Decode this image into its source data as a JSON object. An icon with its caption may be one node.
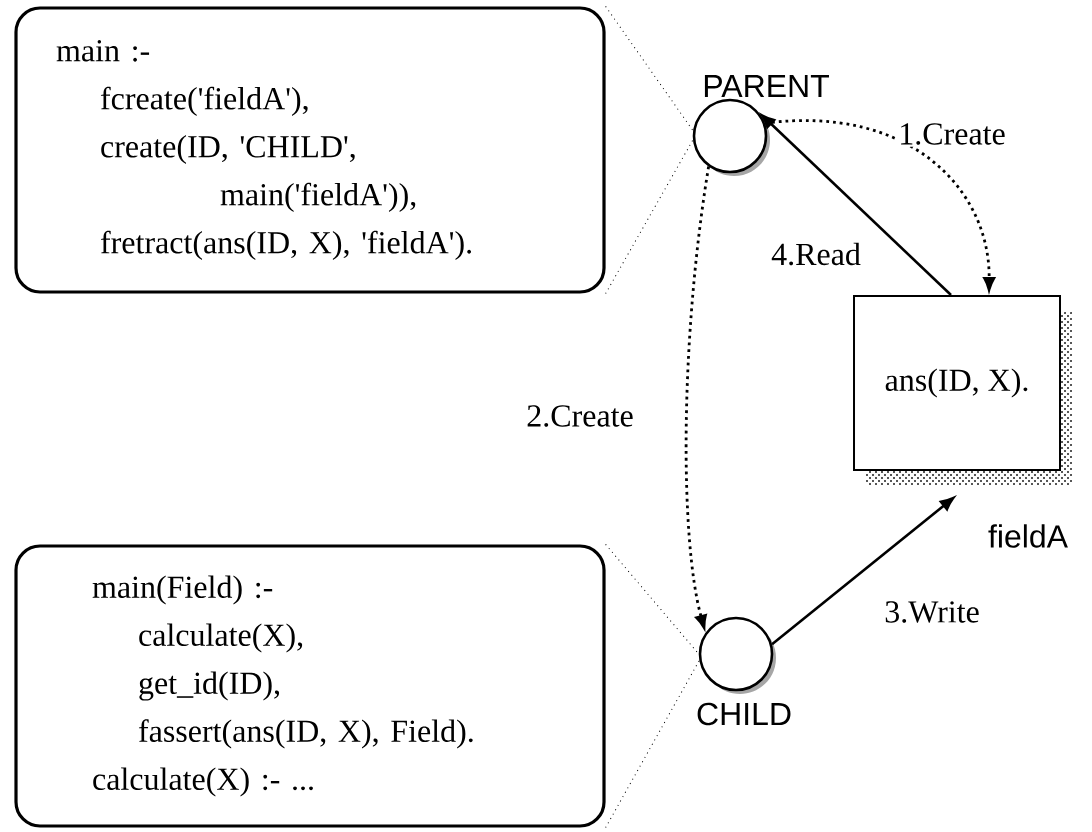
{
  "diagram": {
    "nodes": [
      {
        "text": [
          "main :-",
          "fcreate('fieldA'),",
          "create(ID, 'CHILD',",
          "main('fieldA')),",
          "fretract(ans(ID, X), 'fieldA')."
        ]
      },
      {
        "text": [
          "PARENT"
        ]
      },
      {
        "text": [
          "ans(ID, X).",
          "fieldA"
        ]
      },
      {
        "text": [
          "CHILD"
        ]
      },
      {
        "text": [
          "main(Field) :-",
          "calculate(X),",
          "get_id(ID),",
          "fassert(ans(ID, X), Field).",
          "calculate(X) :- ..."
        ]
      }
    ],
    "edges": [
      {
        "from": 0,
        "to": 1,
        "arrow": "none",
        "style": "dashed"
      },
      {
        "from": 0,
        "to": 1,
        "arrow": "none",
        "style": "dashed"
      },
      {
        "from": 1,
        "to": 2,
        "arrow": "to",
        "label": "1.Create",
        "style": "dashed"
      },
      {
        "from": 1,
        "to": 3,
        "arrow": "to",
        "label": "2.Create",
        "style": "dashed"
      },
      {
        "from": 3,
        "to": 2,
        "arrow": "to",
        "label": "3.Write"
      },
      {
        "from": 2,
        "to": 1,
        "arrow": "to",
        "label": "4.Read"
      },
      {
        "from": 4,
        "to": 3,
        "arrow": "none",
        "style": "dashed"
      },
      {
        "from": 4,
        "to": 3,
        "arrow": "none",
        "style": "dashed"
      }
    ]
  }
}
